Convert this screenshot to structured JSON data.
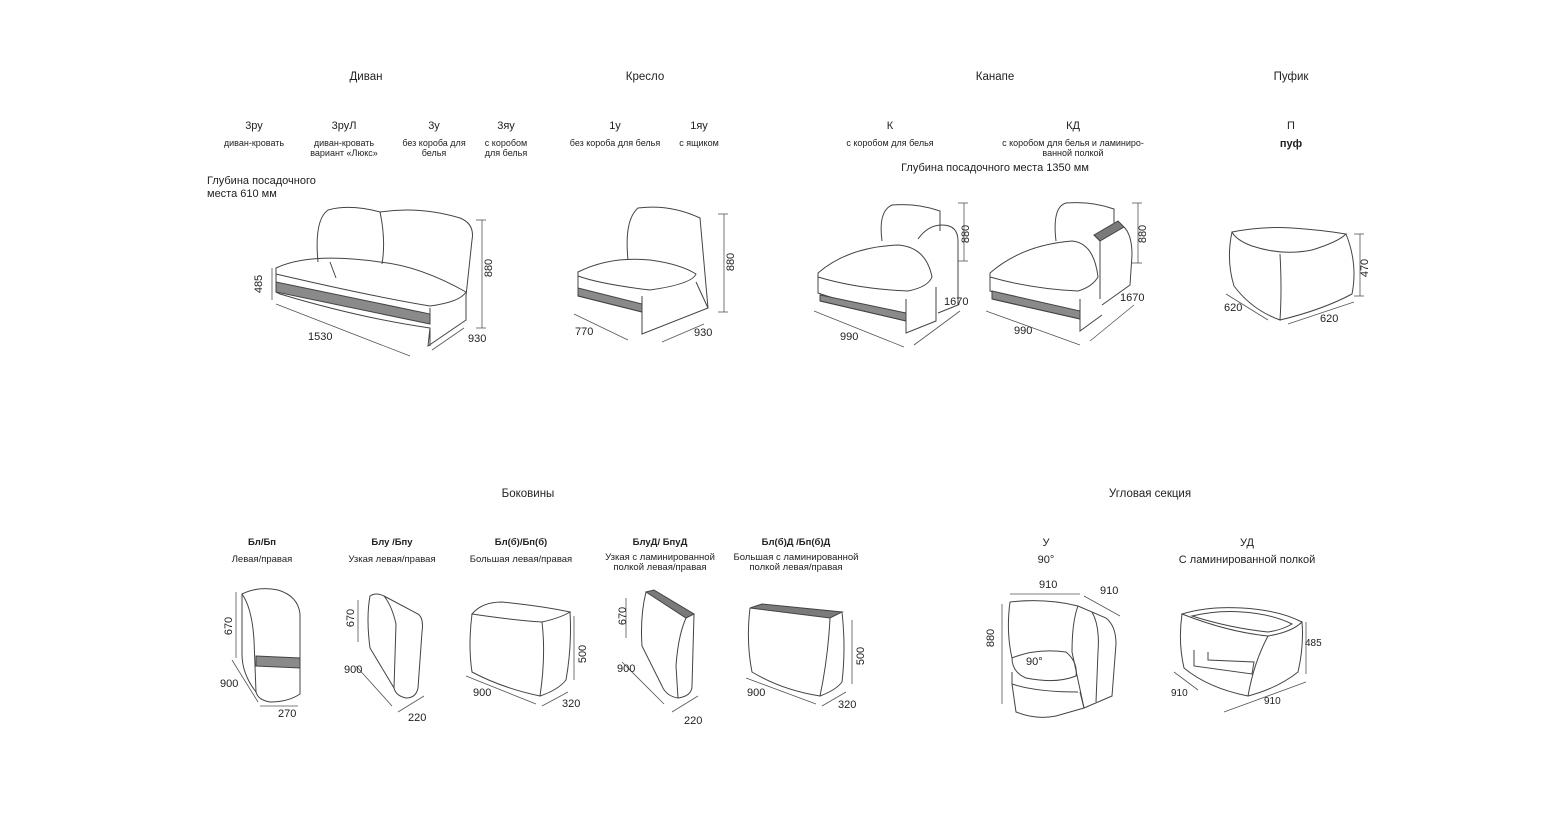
{
  "categories": {
    "sofa": "Диван",
    "armchair": "Кресло",
    "canape": "Канапе",
    "pouf": "Пуфик",
    "sides": "Боковины",
    "corner": "Угловая секция"
  },
  "sofa_items": [
    {
      "code": "3ру",
      "desc": "диван-кровать"
    },
    {
      "code": "3руЛ",
      "desc": "диван-кровать вариант «Люкс»"
    },
    {
      "code": "3у",
      "desc": "без короба для белья"
    },
    {
      "code": "3яу",
      "desc": "с коробом для белья"
    }
  ],
  "armchair_items": [
    {
      "code": "1у",
      "desc": "без короба для белья"
    },
    {
      "code": "1яу",
      "desc": "с ящиком"
    }
  ],
  "canape_items": [
    {
      "code": "К",
      "desc": "с коробом для белья"
    },
    {
      "code": "КД",
      "desc": "с коробом для белья и ламиниро-ванной полкой"
    }
  ],
  "pouf_item": {
    "code": "П",
    "desc": "пуф"
  },
  "notes": {
    "sofa_depth": "Глубина посадочного места 610 мм",
    "canape_depth": "Глубина посадочного места 1350 мм"
  },
  "dimensions": {
    "sofa": {
      "height": "880",
      "seat": "485",
      "width": "1530",
      "depth": "930"
    },
    "armchair": {
      "height": "880",
      "width": "770",
      "depth": "930"
    },
    "canape_k": {
      "height": "880",
      "width": "990",
      "depth": "1670"
    },
    "canape_kd": {
      "height": "880",
      "width": "990",
      "depth": "1670"
    },
    "pouf": {
      "height": "470",
      "width": "620",
      "depth": "620"
    },
    "side_bl": {
      "height": "670",
      "depth": "900",
      "width": "270"
    },
    "side_blu": {
      "height": "670",
      "depth": "900",
      "width": "220"
    },
    "side_bl6": {
      "height": "500",
      "depth": "900",
      "width": "320"
    },
    "side_bluD": {
      "height": "670",
      "depth": "900",
      "width": "220"
    },
    "side_bl6D": {
      "height": "500",
      "depth": "900",
      "width": "320"
    },
    "corner_u": {
      "height": "880",
      "w1": "910",
      "w2": "910",
      "angle": "90°"
    },
    "corner_ud": {
      "height": "485",
      "w1": "910",
      "w2": "910"
    }
  },
  "side_items": [
    {
      "code": "Бл/Бп",
      "desc": "Левая/правая"
    },
    {
      "code": "Блу /Бпу",
      "desc": "Узкая левая/правая"
    },
    {
      "code": "Бл(б)/Бп(б)",
      "desc": "Большая левая/правая"
    },
    {
      "code": "БлуД/ БпуД",
      "desc": "Узкая с ламинированной полкой  левая/правая"
    },
    {
      "code": "Бл(б)Д /Бп(б)Д",
      "desc": "Большая с ламинированной полкой левая/правая"
    }
  ],
  "corner_items": [
    {
      "code": "У",
      "desc": "90°"
    },
    {
      "code": "УД",
      "desc": "С ламинированной полкой"
    }
  ]
}
